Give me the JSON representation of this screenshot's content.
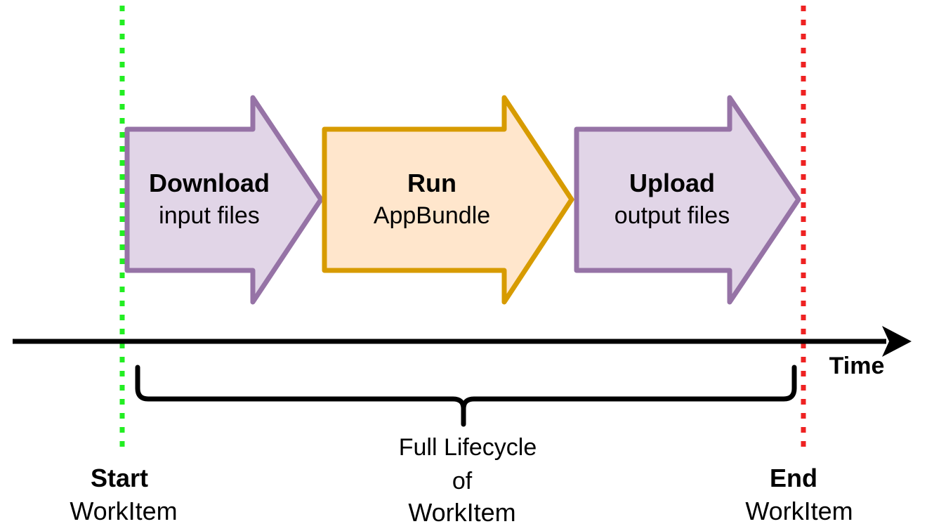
{
  "colors": {
    "start_marker": "#22ee22",
    "end_marker": "#ee2222",
    "purple_fill": "#e1d5e7",
    "purple_stroke": "#9673a6",
    "orange_fill": "#ffe6cc",
    "orange_stroke": "#d79b00",
    "timeline": "#000000"
  },
  "steps": [
    {
      "title": "Download",
      "subtitle": "input files"
    },
    {
      "title": "Run",
      "subtitle": "AppBundle"
    },
    {
      "title": "Upload",
      "subtitle": "output files"
    }
  ],
  "timeline": {
    "label": "Time"
  },
  "start": {
    "title": "Start",
    "subtitle": "WorkItem"
  },
  "end": {
    "title": "End",
    "subtitle": "WorkItem"
  },
  "lifecycle": {
    "line1": "Full Lifecycle",
    "line2": "of",
    "line3": "WorkItem"
  }
}
